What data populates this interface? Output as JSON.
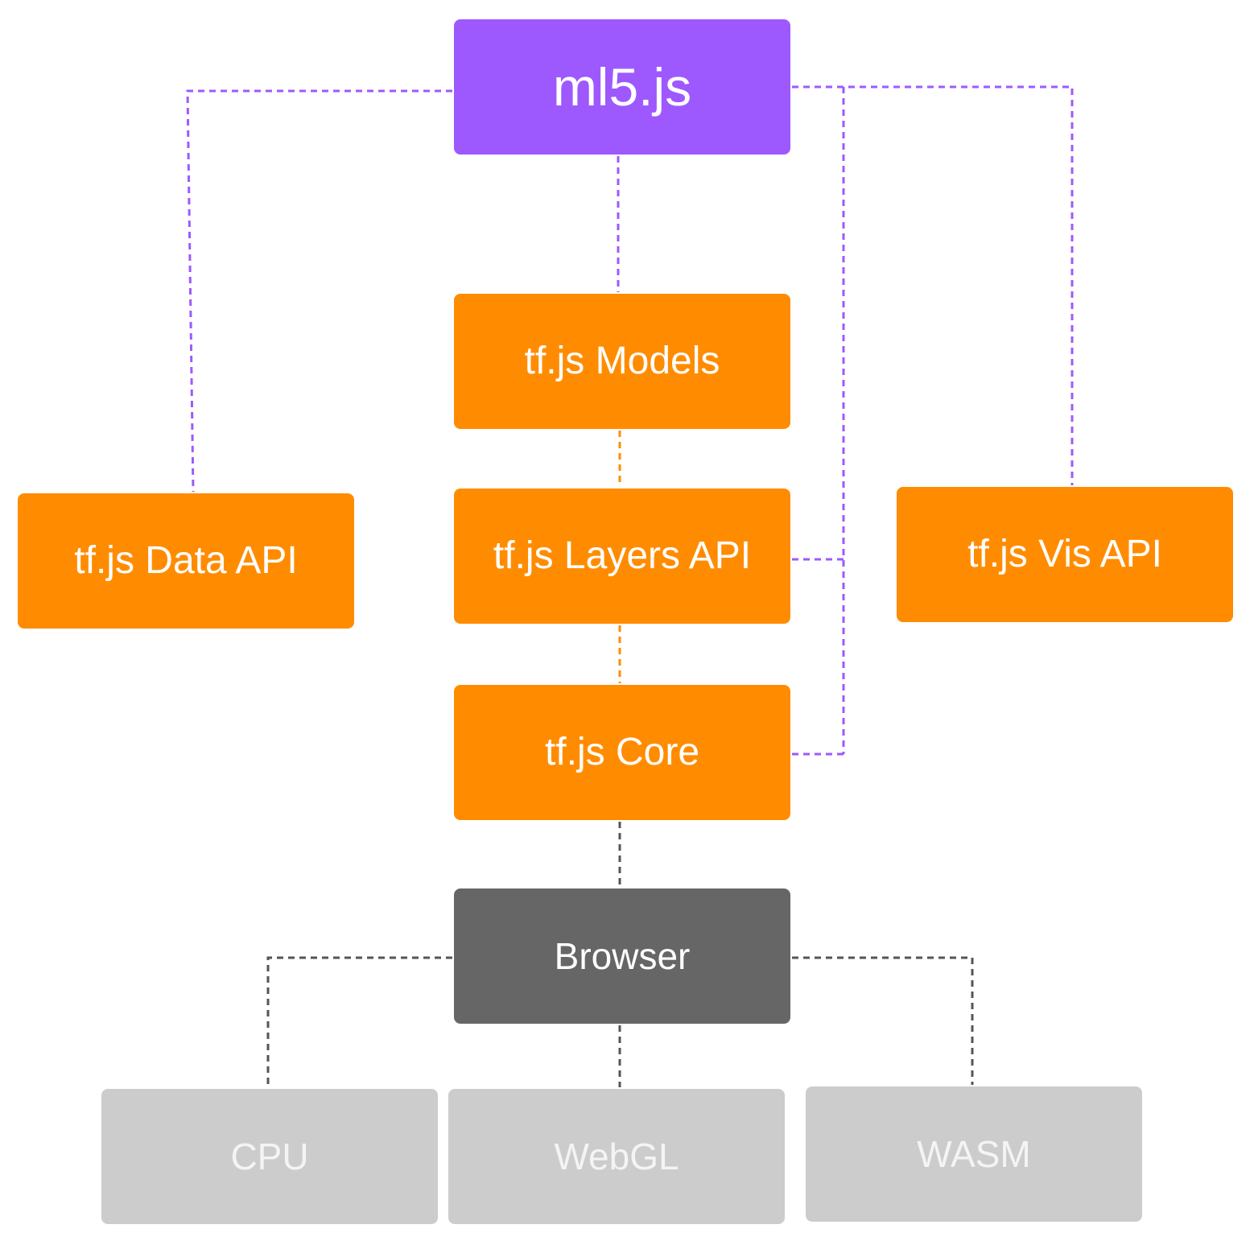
{
  "colors": {
    "purple": "#9e59fe",
    "orange": "#ff8c00",
    "dark_gray": "#666666",
    "light_gray": "#cccccc",
    "light_text": "#f4f4f4",
    "white_text": "#ffffff"
  },
  "nodes": {
    "ml5": "ml5.js",
    "models": "tf.js Models",
    "data_api": "tf.js Data API",
    "layers_api": "tf.js Layers API",
    "vis_api": "tf.js Vis API",
    "core": "tf.js Core",
    "browser": "Browser",
    "cpu": "CPU",
    "webgl": "WebGL",
    "wasm": "WASM"
  }
}
